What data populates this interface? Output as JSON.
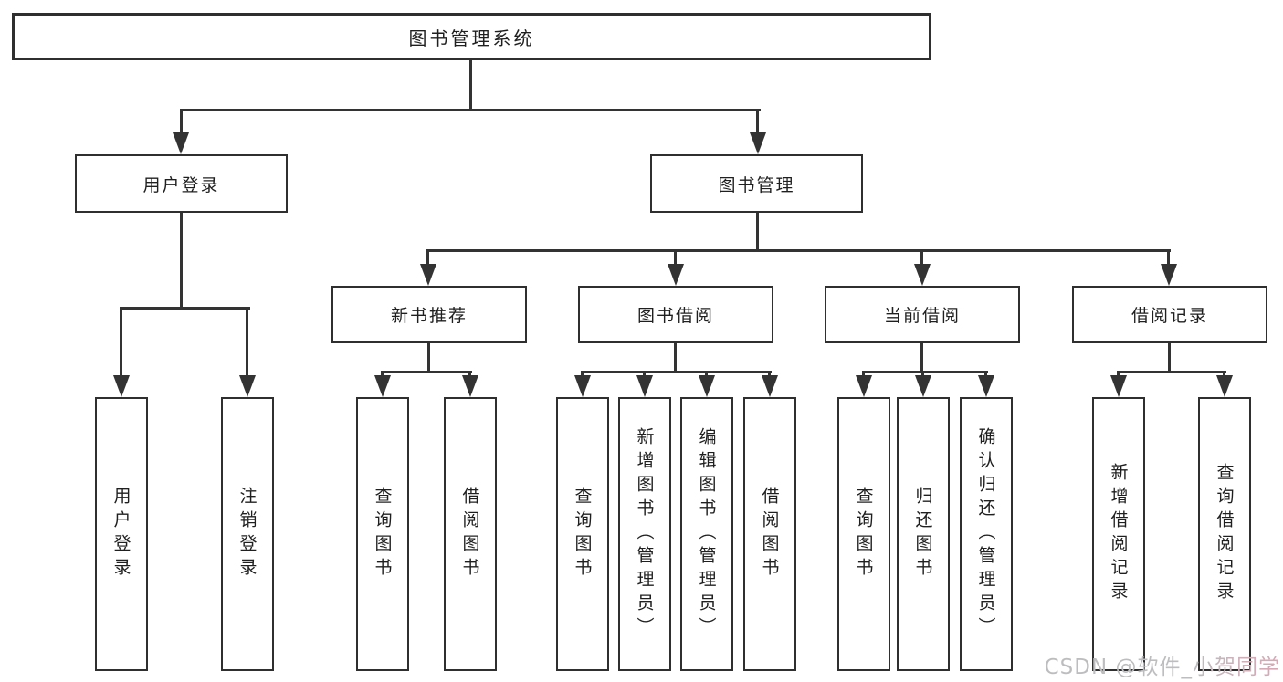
{
  "diagram": {
    "title": "图书管理系统",
    "branches": [
      {
        "label": "用户登录",
        "children": [
          "用户登录",
          "注销登录"
        ]
      },
      {
        "label": "图书管理",
        "children": [
          {
            "label": "新书推荐",
            "children": [
              "查询图书",
              "借阅图书"
            ]
          },
          {
            "label": "图书借阅",
            "children": [
              "查询图书",
              "新增图书（管理员）",
              "编辑图书（管理员）",
              "借阅图书"
            ]
          },
          {
            "label": "当前借阅",
            "children": [
              "查询图书",
              "归还图书",
              "确认归还（管理员）"
            ]
          },
          {
            "label": "借阅记录",
            "children": [
              "新增借阅记录",
              "查询借阅记录"
            ]
          }
        ]
      }
    ]
  },
  "watermark": {
    "text": "CSDN @软件_小贺同学"
  },
  "colors": {
    "background": "#ffffff",
    "box_border": "#2f2f2f",
    "connector_line": "#333333",
    "text": "#1f1f1f",
    "watermark_gray": "#bdbdc0",
    "watermark_pink": "#d9a6b4"
  }
}
